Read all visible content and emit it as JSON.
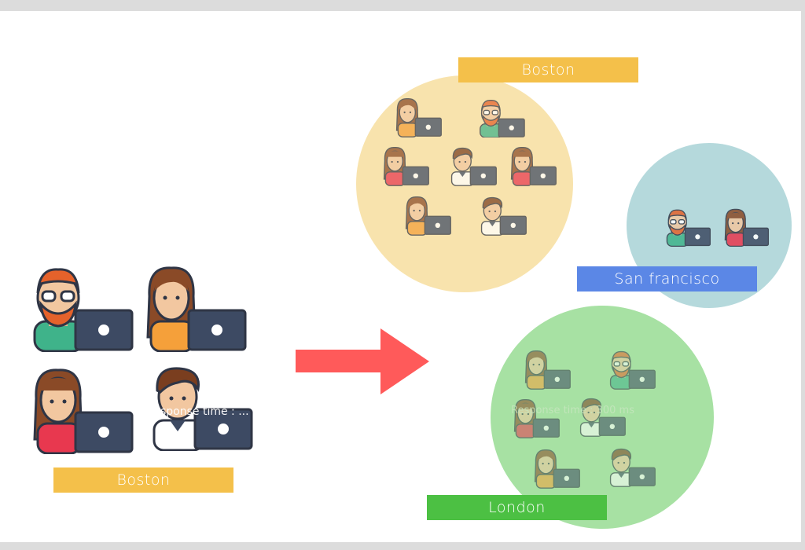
{
  "colors": {
    "boston": "#f4c04a",
    "boston_circle": "#f8e3ad",
    "sf": "#5b87e6",
    "sf_circle": "#b5d9dc",
    "london": "#4cc043",
    "london_circle": "#a7e1a3",
    "arrow": "#ff5a5a"
  },
  "left_group": {
    "label": "Boston",
    "overlay_text": "sponse time : ..."
  },
  "boston_cluster": {
    "label": "Boston"
  },
  "sf_cluster": {
    "label": "San francisco"
  },
  "london_cluster": {
    "label": "London",
    "overlay_text": "Response time : 300 ms"
  }
}
